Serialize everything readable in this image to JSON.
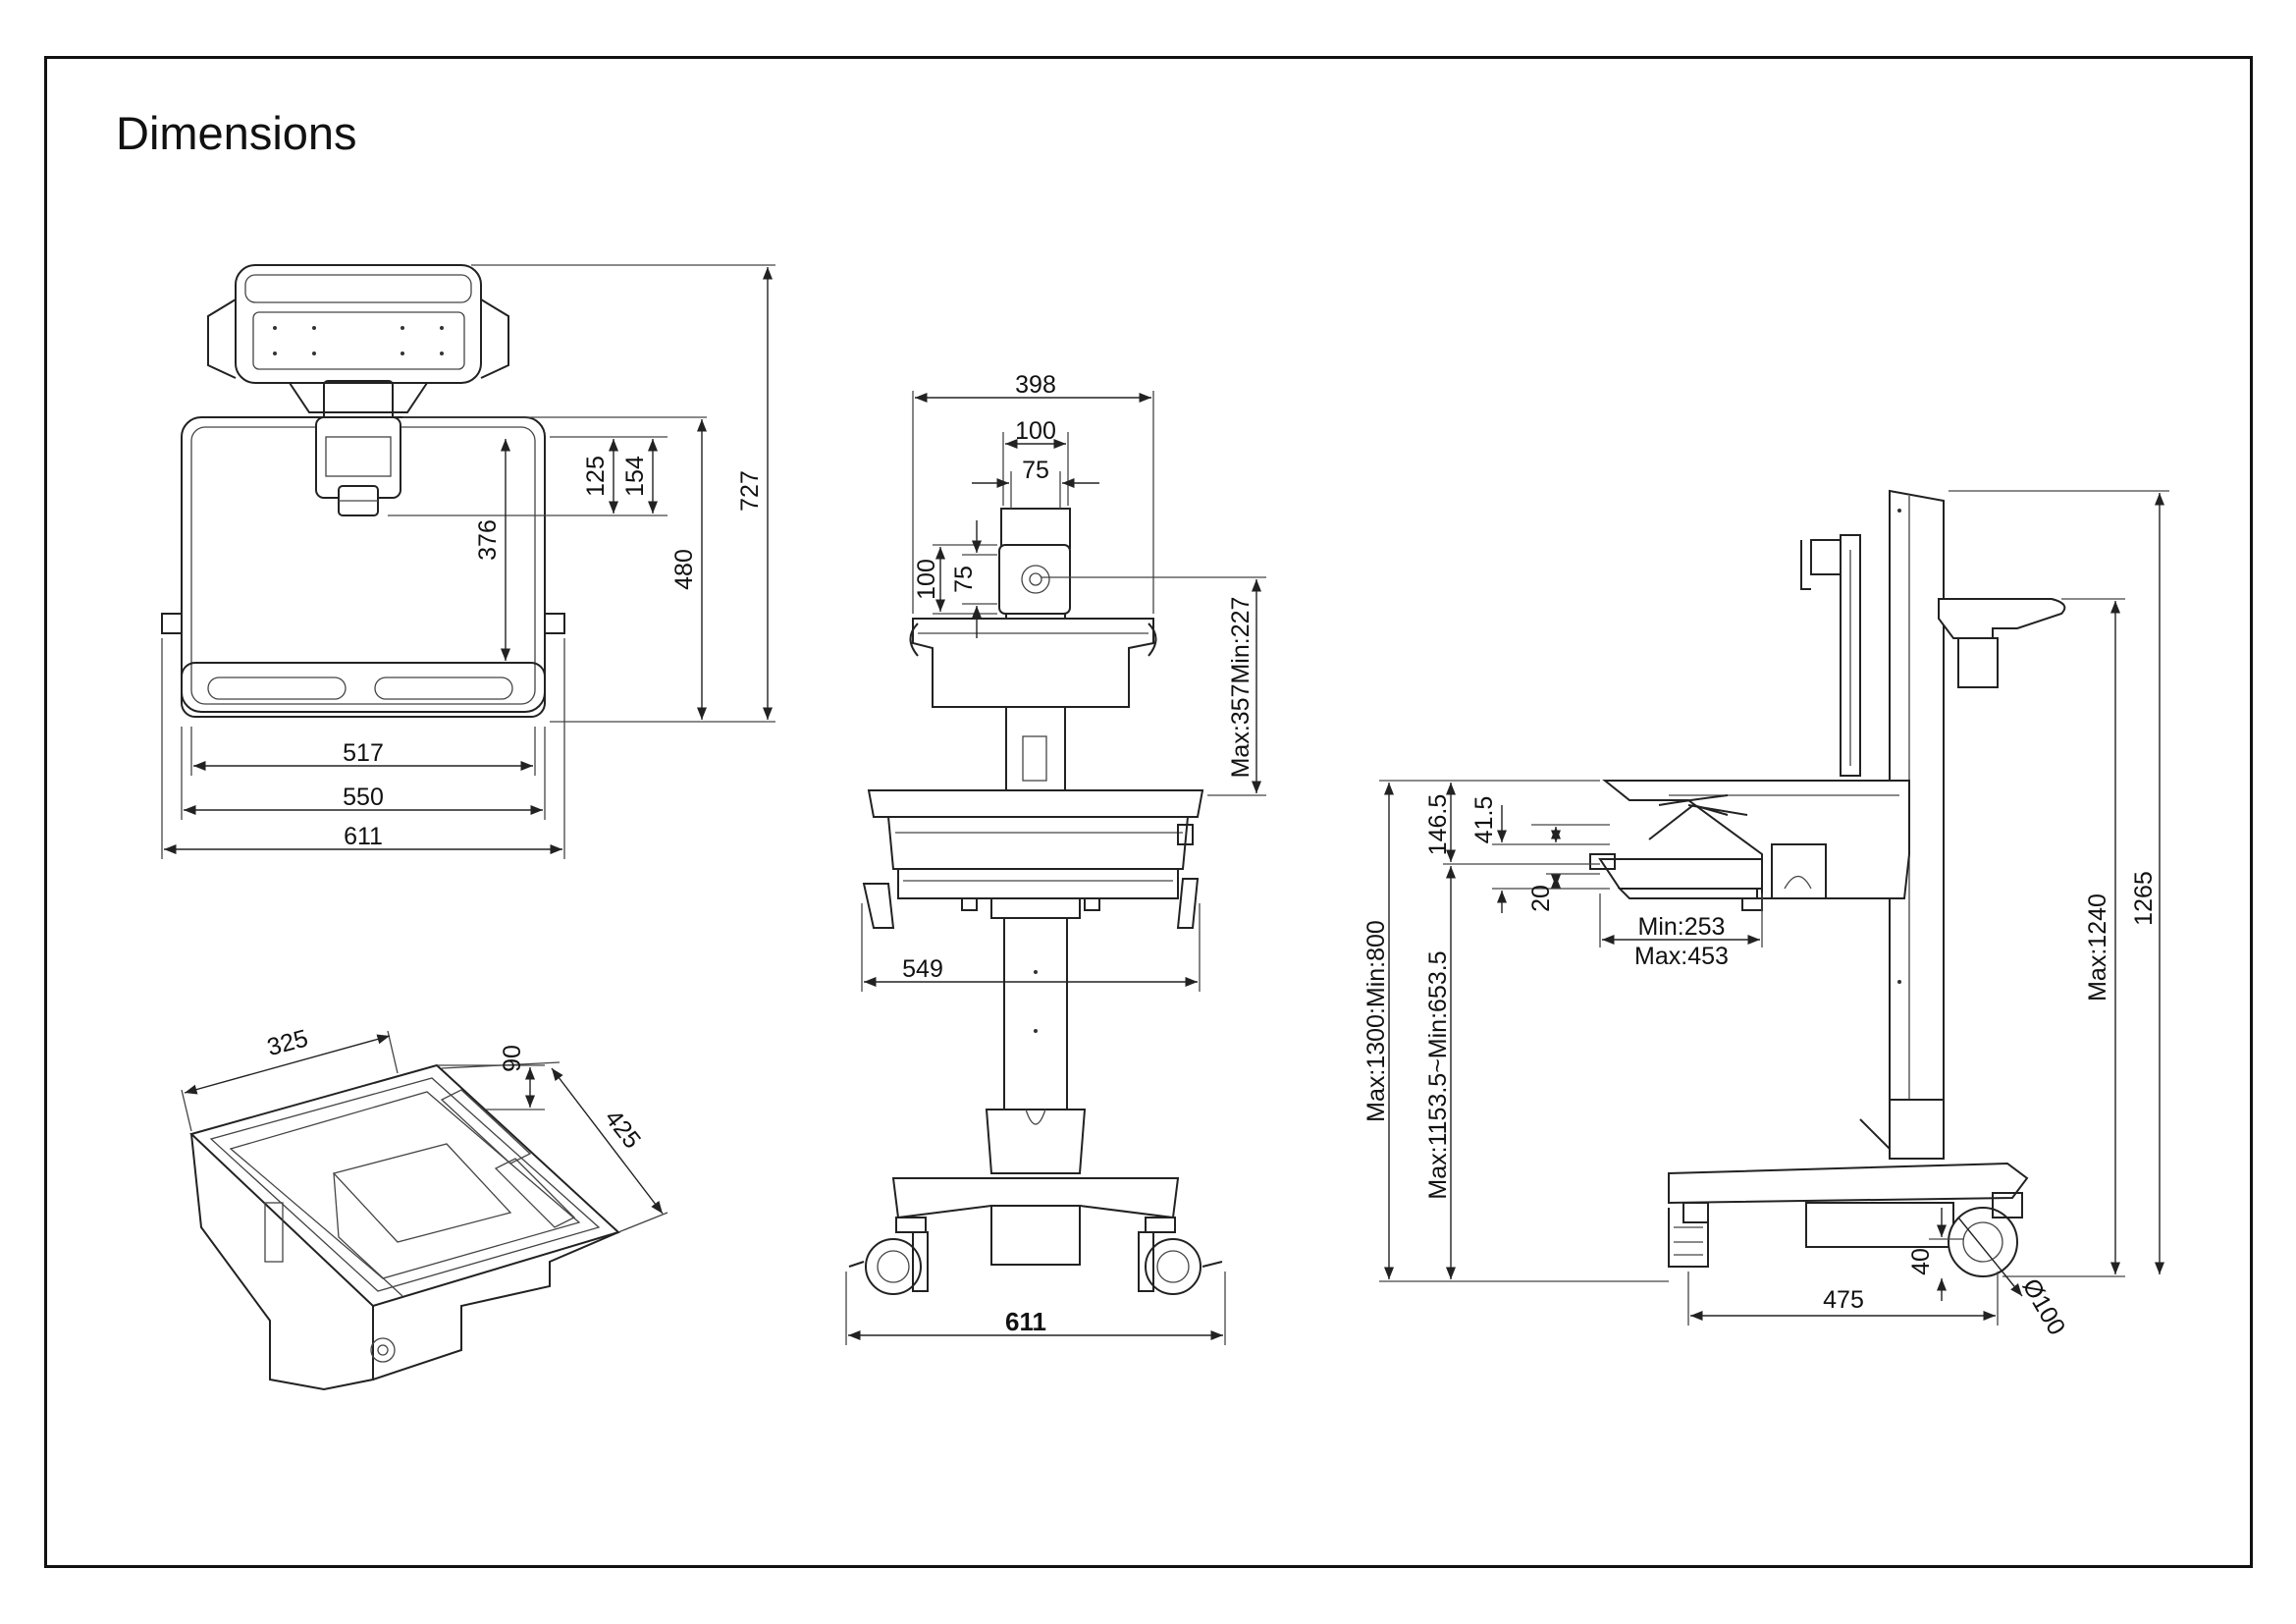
{
  "page": {
    "title": "Dimensions"
  },
  "top_view": {
    "d_517": "517",
    "d_550": "550",
    "d_611": "611",
    "d_125": "125",
    "d_154": "154",
    "d_376": "376",
    "d_480": "480",
    "d_727": "727"
  },
  "basket_view": {
    "d_325": "325",
    "d_90": "90",
    "d_425": "425"
  },
  "front_view": {
    "d_398": "398",
    "d_100h": "100",
    "d_75h": "75",
    "d_100v": "100",
    "d_75v": "75",
    "d_height_range": "Max:357Min:227",
    "d_549": "549",
    "d_611": "611"
  },
  "side_view": {
    "d_146_5": "146.5",
    "d_41_5": "41.5",
    "d_20": "20",
    "d_min_253": "Min:253",
    "d_max_453": "Max:453",
    "d_desk_height": "Max:1300:Min:800",
    "d_keyboard_height": "Max:1153.5~Min:653.5",
    "d_max_1240": "Max:1240",
    "d_1265": "1265",
    "d_40": "40",
    "d_475": "475",
    "d_wheel": "Ø100"
  }
}
